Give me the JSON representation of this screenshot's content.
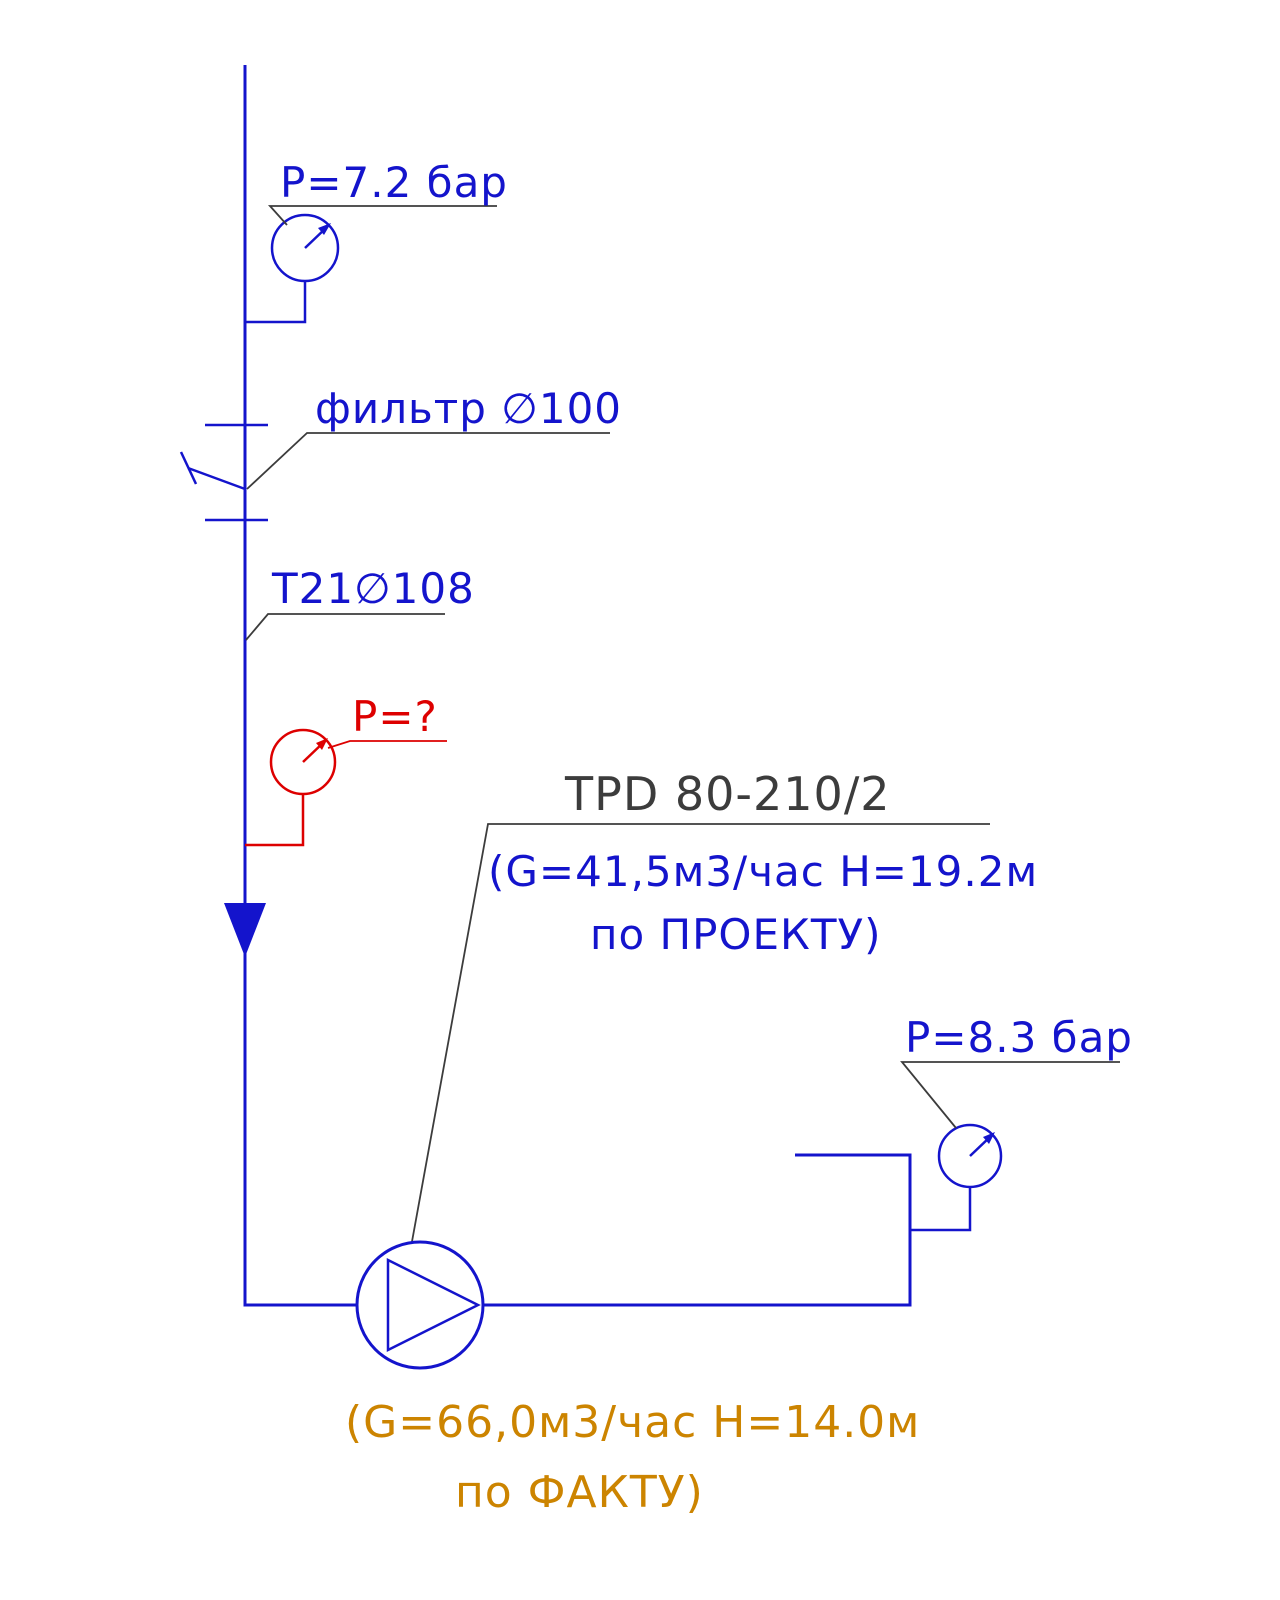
{
  "diagram": {
    "labels": {
      "gauge_top": "P=7.2 бар",
      "filter": "фильтр ∅100",
      "pipe_tag": "Т21∅108",
      "gauge_unknown": "P=?",
      "pump_model": "ТРD 80-210/2",
      "pump_design_line1": "(G=41,5м3/час Н=19.2м",
      "pump_design_line2": "по ПРОЕКТУ)",
      "gauge_right": "P=8.3 бар",
      "pump_fact_line1": "(G=66,0м3/час Н=14.0м",
      "pump_fact_line2": "по ФАКТУ)"
    },
    "colors": {
      "pipe_blue": "#1414cc",
      "leader_gray": "#3c3c3c",
      "warning_red": "#dd0000",
      "fact_orange": "#cc8400"
    }
  }
}
